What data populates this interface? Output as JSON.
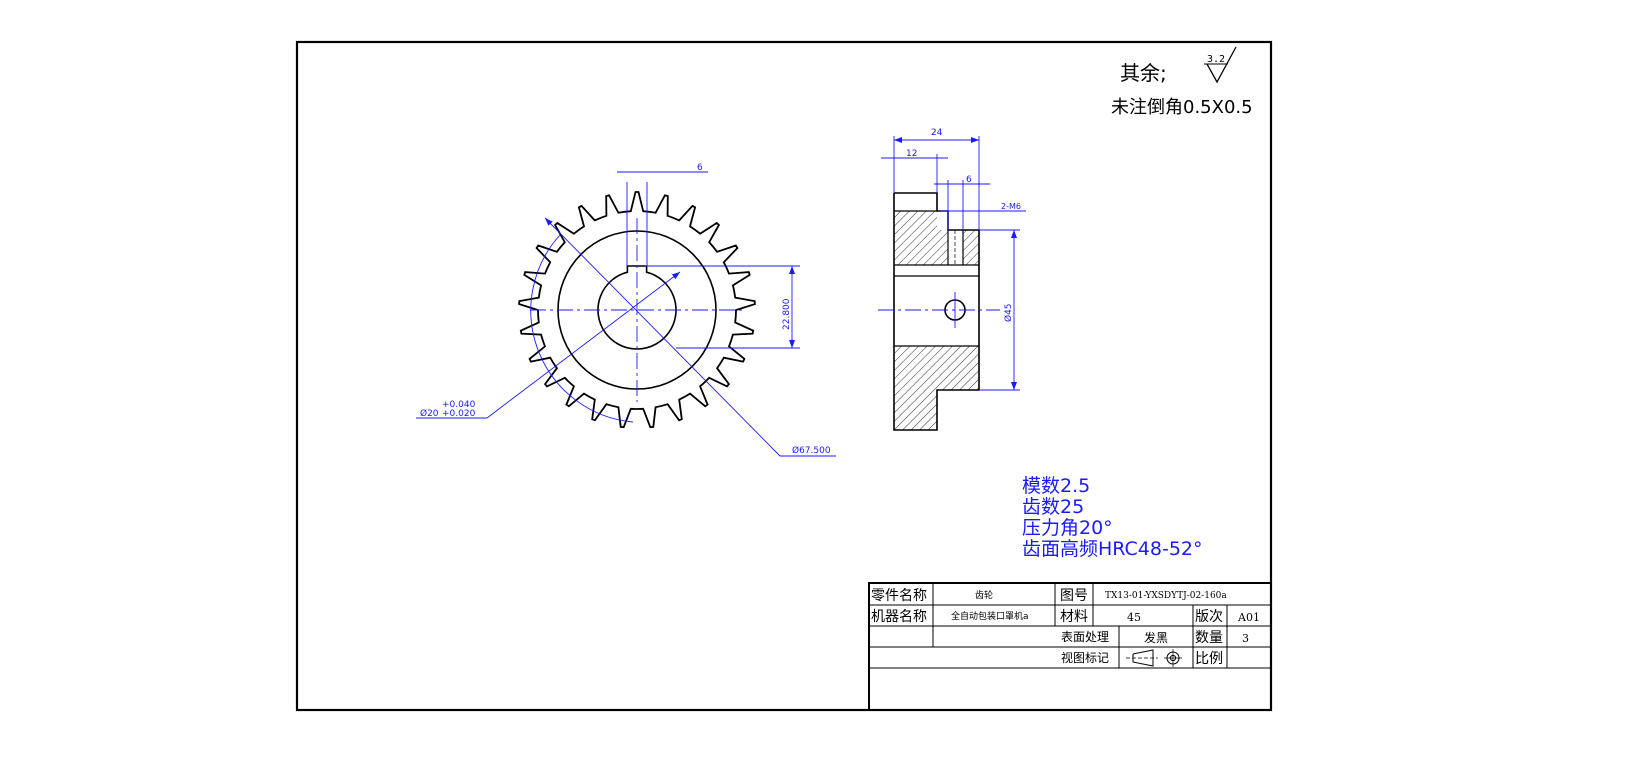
{
  "notes": {
    "rest_label": "其余;",
    "roughness": "3.2",
    "chamfer": "未注倒角0.5X0.5"
  },
  "dimensions": {
    "key_width": "6",
    "key_depth": "22.800",
    "bore_dia": "Ø20",
    "bore_tol_upper": "+0.040",
    "bore_tol_lower": "+0.020",
    "outer_dia": "Ø67.500",
    "side_total_width": "24",
    "side_hub_width": "12",
    "side_slot_width": "6",
    "set_screw": "2-M6",
    "hub_dia": "Ø45"
  },
  "specs": {
    "module": "模数2.5",
    "teeth": "齿数25",
    "pressure_angle": "压力角20°",
    "hardening": "齿面高频HRC48-52°"
  },
  "title_block": {
    "part_name_label": "零件名称",
    "part_name": "齿轮",
    "drawing_no_label": "图号",
    "drawing_no": "TX13-01-YXSDYTJ-02-160a",
    "machine_name_label": "机器名称",
    "machine_name": "全自动包装口罩机a",
    "material_label": "材料",
    "material": "45",
    "revision_label": "版次",
    "revision": "A01",
    "surface_label": "表面处理",
    "surface": "发黑",
    "quantity_label": "数量",
    "quantity": "3",
    "view_label": "视图标记",
    "scale_label": "比例"
  },
  "colors": {
    "line": "#000000",
    "dimension": "#1a1aff"
  }
}
